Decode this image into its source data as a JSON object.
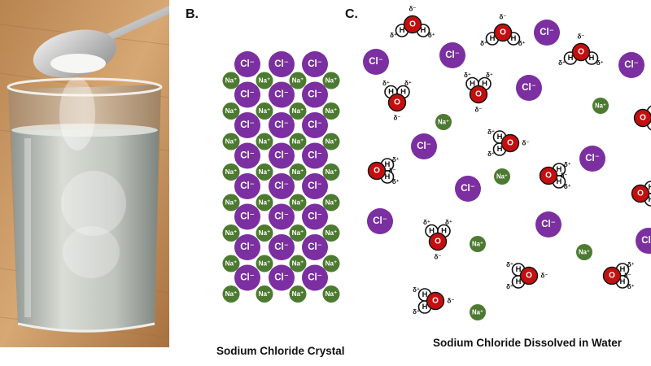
{
  "panels": {
    "b": "B.",
    "c": "C."
  },
  "captions": {
    "crystal": "Sodium Chloride Crystal",
    "dissolved": "Sodium Chloride Dissolved in Water"
  },
  "ions": {
    "chloride": "Cl⁻",
    "sodium": "Na⁺"
  },
  "atoms": {
    "oxygen": "O",
    "hydrogen": "H",
    "delta_minus": "δ⁻",
    "delta_plus": "δ⁺"
  },
  "colors": {
    "chloride": "#7b2fa0",
    "sodium": "#4d7a31",
    "oxygen": "#c40f0f",
    "hydrogen": "#ffffff"
  }
}
